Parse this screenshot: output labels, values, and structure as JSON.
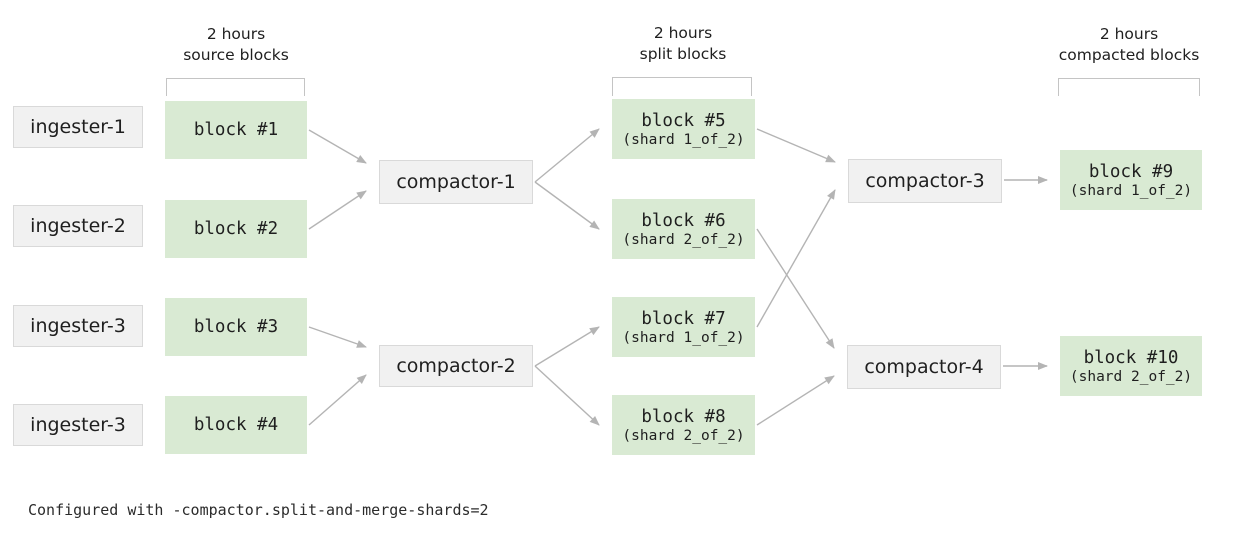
{
  "headers": [
    {
      "line1": "2 hours",
      "line2": "source blocks"
    },
    {
      "line1": "2 hours",
      "line2": "split blocks"
    },
    {
      "line1": "2 hours",
      "line2": "compacted blocks"
    }
  ],
  "ingesters": [
    {
      "label": "ingester-1"
    },
    {
      "label": "ingester-2"
    },
    {
      "label": "ingester-3"
    },
    {
      "label": "ingester-3"
    }
  ],
  "compactors": [
    {
      "label": "compactor-1"
    },
    {
      "label": "compactor-2"
    },
    {
      "label": "compactor-3"
    },
    {
      "label": "compactor-4"
    }
  ],
  "source_blocks": [
    {
      "label": "block #1"
    },
    {
      "label": "block #2"
    },
    {
      "label": "block #3"
    },
    {
      "label": "block #4"
    }
  ],
  "split_blocks": [
    {
      "label": "block #5",
      "shard": "(shard 1_of_2)"
    },
    {
      "label": "block #6",
      "shard": "(shard 2_of_2)"
    },
    {
      "label": "block #7",
      "shard": "(shard 1_of_2)"
    },
    {
      "label": "block #8",
      "shard": "(shard 2_of_2)"
    }
  ],
  "compacted_blocks": [
    {
      "label": "block #9",
      "shard": "(shard 1_of_2)"
    },
    {
      "label": "block #10",
      "shard": "(shard 2_of_2)"
    }
  ],
  "caption": "Configured with -compactor.split-and-merge-shards=2",
  "colors": {
    "block_green": "#d9ead3",
    "box_gray": "#f1f1f1",
    "box_border": "#d9d9d9",
    "bracket": "#c4c4c4",
    "arrow": "#b4b4b4",
    "text": "#1f1f1f"
  },
  "edges": [
    {
      "from": "block-1",
      "to": "compactor-1"
    },
    {
      "from": "block-2",
      "to": "compactor-1"
    },
    {
      "from": "block-3",
      "to": "compactor-2"
    },
    {
      "from": "block-4",
      "to": "compactor-2"
    },
    {
      "from": "compactor-1",
      "to": "block-5"
    },
    {
      "from": "compactor-1",
      "to": "block-6"
    },
    {
      "from": "compactor-2",
      "to": "block-7"
    },
    {
      "from": "compactor-2",
      "to": "block-8"
    },
    {
      "from": "block-5",
      "to": "compactor-3"
    },
    {
      "from": "block-6",
      "to": "compactor-4"
    },
    {
      "from": "block-7",
      "to": "compactor-3"
    },
    {
      "from": "block-8",
      "to": "compactor-4"
    },
    {
      "from": "compactor-3",
      "to": "block-9"
    },
    {
      "from": "compactor-4",
      "to": "block-10"
    }
  ]
}
